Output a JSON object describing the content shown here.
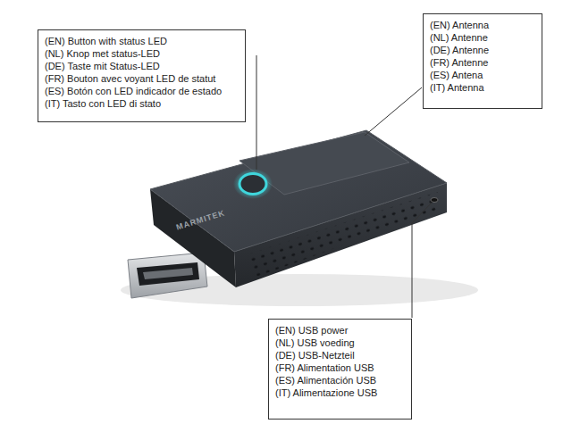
{
  "diagram": {
    "nodes": [
      {
        "text": [
          "(EN) Button with status LED",
          "(NL) Knop met status-LED",
          "(DE) Taste mit Status-LED",
          "(FR) Bouton avec voyant LED de statut",
          "(ES) Botón con LED indicador de estado",
          "(IT) Tasto con LED di stato"
        ]
      },
      {
        "text": [
          "(EN) Antenna",
          "(NL) Antenne",
          "(DE) Antenne",
          "(FR) Antenne",
          "(ES) Antena",
          "(IT) Antenna"
        ]
      },
      {
        "text": [
          "(EN) USB power",
          "(NL) USB voeding",
          "(DE) USB-Netzteil",
          "(FR) Alimentation USB",
          "(ES) Alimentación USB",
          "(IT) Alimentazione USB"
        ]
      }
    ],
    "labels": [
      "MARMITEK"
    ]
  }
}
